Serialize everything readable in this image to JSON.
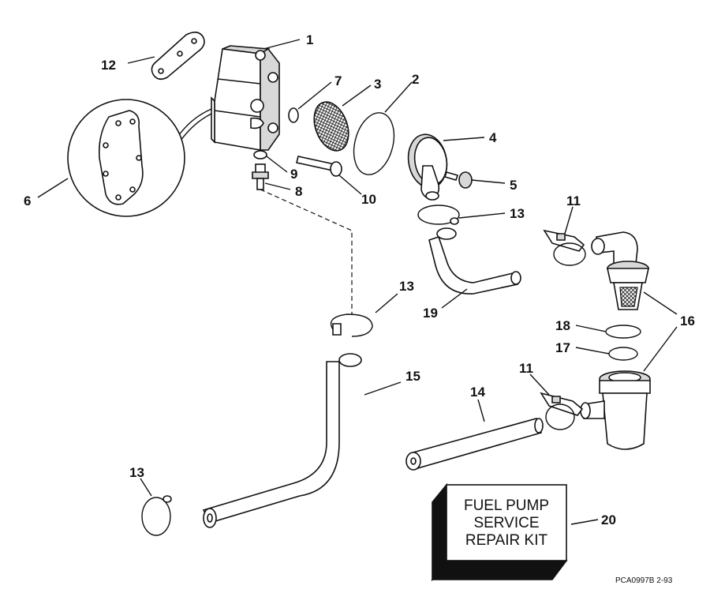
{
  "callouts": [
    {
      "id": "1",
      "text": "1"
    },
    {
      "id": "2",
      "text": "2"
    },
    {
      "id": "3",
      "text": "3"
    },
    {
      "id": "4",
      "text": "4"
    },
    {
      "id": "5",
      "text": "5"
    },
    {
      "id": "6",
      "text": "6"
    },
    {
      "id": "7",
      "text": "7"
    },
    {
      "id": "8",
      "text": "8"
    },
    {
      "id": "9",
      "text": "9"
    },
    {
      "id": "10",
      "text": "10"
    },
    {
      "id": "11a",
      "text": "11"
    },
    {
      "id": "11b",
      "text": "11"
    },
    {
      "id": "12",
      "text": "12"
    },
    {
      "id": "13a",
      "text": "13"
    },
    {
      "id": "13b",
      "text": "13"
    },
    {
      "id": "13c",
      "text": "13"
    },
    {
      "id": "14",
      "text": "14"
    },
    {
      "id": "15",
      "text": "15"
    },
    {
      "id": "16",
      "text": "16"
    },
    {
      "id": "17",
      "text": "17"
    },
    {
      "id": "18",
      "text": "18"
    },
    {
      "id": "19",
      "text": "19"
    },
    {
      "id": "20",
      "text": "20"
    }
  ],
  "kit_box": {
    "line1": "FUEL PUMP",
    "line2": "SERVICE",
    "line3": "REPAIR KIT"
  },
  "reference_code": "PCA0997B  2-93"
}
